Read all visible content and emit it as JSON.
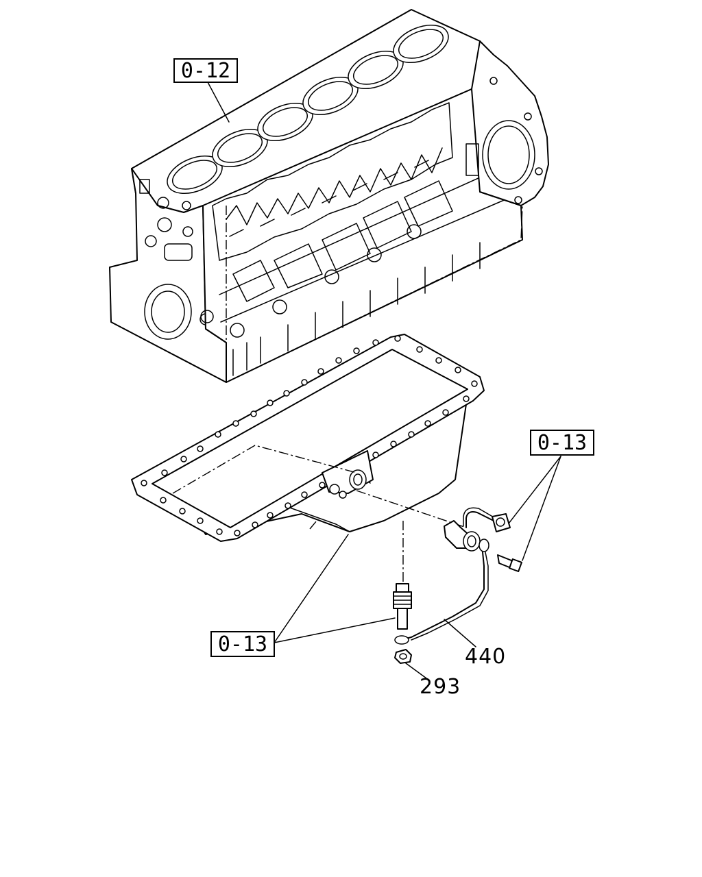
{
  "callouts": {
    "ref_block": "0-12",
    "ref_sensor_right": "0-13",
    "ref_sensor_left": "0-13",
    "part_440": "440",
    "part_293": "293"
  }
}
